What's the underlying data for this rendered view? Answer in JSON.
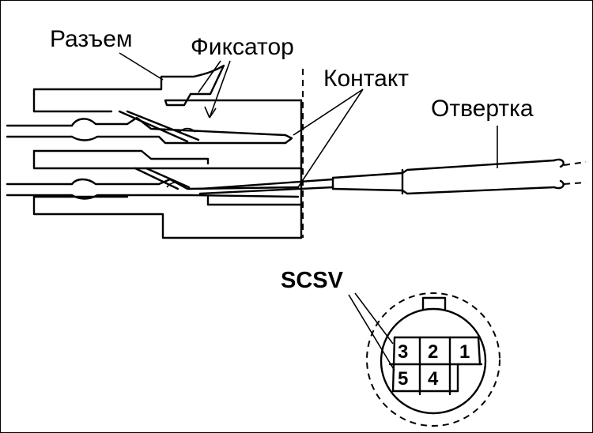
{
  "labels": {
    "connector": "Разъем",
    "latch": "Фиксатор",
    "contact": "Контакт",
    "screwdriver": "Отвертка",
    "scsv": "SCSV"
  },
  "pins": [
    "3",
    "2",
    "1",
    "5",
    "4"
  ]
}
